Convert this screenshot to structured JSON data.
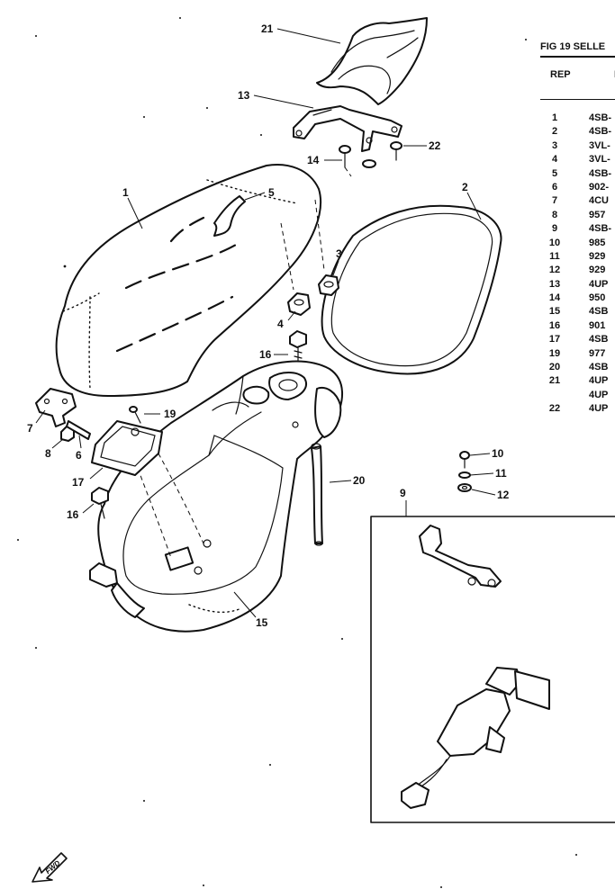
{
  "figure": {
    "title": "FIG 19  SELLE",
    "header_rep": "REP",
    "header_ref": "R",
    "fwd_label": "FWD"
  },
  "parts_table": [
    {
      "rep": "1",
      "ref": "4SB-"
    },
    {
      "rep": "2",
      "ref": "4SB-"
    },
    {
      "rep": "3",
      "ref": "3VL-"
    },
    {
      "rep": "4",
      "ref": "3VL-"
    },
    {
      "rep": "5",
      "ref": "4SB-"
    },
    {
      "rep": "6",
      "ref": "902-"
    },
    {
      "rep": "7",
      "ref": "4CU"
    },
    {
      "rep": "8",
      "ref": "957"
    },
    {
      "rep": "9",
      "ref": "4SB-"
    },
    {
      "rep": "10",
      "ref": "985"
    },
    {
      "rep": "11",
      "ref": "929"
    },
    {
      "rep": "12",
      "ref": "929"
    },
    {
      "rep": "13",
      "ref": "4UP"
    },
    {
      "rep": "14",
      "ref": "950"
    },
    {
      "rep": "15",
      "ref": "4SB"
    },
    {
      "rep": "16",
      "ref": "901"
    },
    {
      "rep": "17",
      "ref": "4SB"
    },
    {
      "rep": "19",
      "ref": "977"
    },
    {
      "rep": "20",
      "ref": "4SB"
    },
    {
      "rep": "21",
      "ref": "4UP"
    },
    {
      "rep": "",
      "ref": "4UP"
    },
    {
      "rep": "22",
      "ref": "4UP"
    }
  ],
  "callouts": {
    "c1": "1",
    "c2": "2",
    "c3": "3",
    "c4": "4",
    "c5": "5",
    "c6": "6",
    "c7": "7",
    "c8": "8",
    "c9": "9",
    "c10": "10",
    "c11": "11",
    "c12": "12",
    "c13": "13",
    "c14": "14",
    "c15": "15",
    "c16a": "16",
    "c16b": "16",
    "c17": "17",
    "c19": "19",
    "c20": "20",
    "c21": "21",
    "c22": "22"
  }
}
